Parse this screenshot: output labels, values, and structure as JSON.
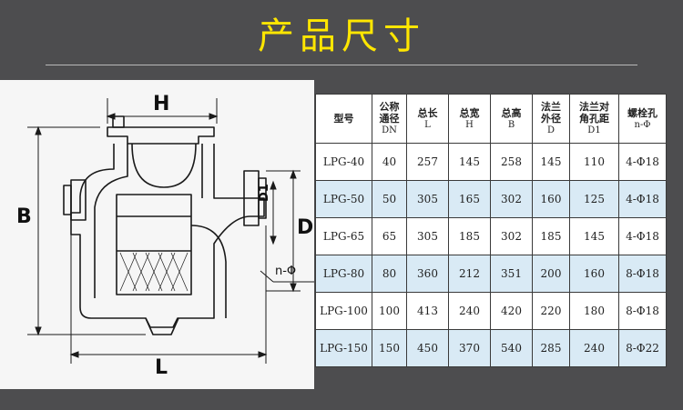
{
  "title": "产品尺寸",
  "drawing": {
    "labels": {
      "H": "H",
      "B": "B",
      "D": "D",
      "D1": "D1",
      "L": "L",
      "n_phi": "n-Φ"
    }
  },
  "table": {
    "headers": [
      {
        "line1": "型号",
        "line2": "",
        "line3": ""
      },
      {
        "line1": "公称",
        "line2": "通径",
        "line3": "DN"
      },
      {
        "line1": "总长",
        "line2": "L",
        "line3": ""
      },
      {
        "line1": "总宽",
        "line2": "H",
        "line3": ""
      },
      {
        "line1": "总高",
        "line2": "B",
        "line3": ""
      },
      {
        "line1": "法兰",
        "line2": "外径",
        "line3": "D"
      },
      {
        "line1": "法兰对",
        "line2": "角孔距",
        "line3": "D1"
      },
      {
        "line1": "螺栓孔",
        "line2": "n-Φ",
        "line3": ""
      }
    ],
    "rows": [
      [
        "LPG-40",
        "40",
        "257",
        "145",
        "258",
        "145",
        "110",
        "4-Φ18"
      ],
      [
        "LPG-50",
        "50",
        "305",
        "165",
        "302",
        "160",
        "125",
        "4-Φ18"
      ],
      [
        "LPG-65",
        "65",
        "305",
        "185",
        "302",
        "185",
        "145",
        "4-Φ18"
      ],
      [
        "LPG-80",
        "80",
        "360",
        "212",
        "351",
        "200",
        "160",
        "8-Φ18"
      ],
      [
        "LPG-100",
        "100",
        "413",
        "240",
        "420",
        "220",
        "180",
        "8-Φ18"
      ],
      [
        "LPG-150",
        "150",
        "450",
        "370",
        "540",
        "285",
        "240",
        "8-Φ22"
      ]
    ]
  }
}
